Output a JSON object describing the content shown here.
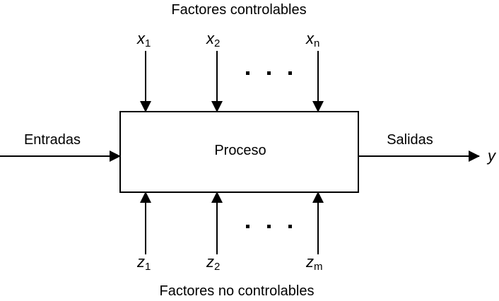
{
  "title_top": "Factores controlables",
  "title_bottom": "Factores no controlables",
  "process": "Proceso",
  "inputs": "Entradas",
  "outputs": "Salidas",
  "output_var": "y",
  "controllable": [
    {
      "var": "x",
      "sub": "1"
    },
    {
      "var": "x",
      "sub": "2"
    },
    {
      "var": "x",
      "sub": "n"
    }
  ],
  "uncontrollable": [
    {
      "var": "z",
      "sub": "1"
    },
    {
      "var": "z",
      "sub": "2"
    },
    {
      "var": "z",
      "sub": "m"
    }
  ]
}
